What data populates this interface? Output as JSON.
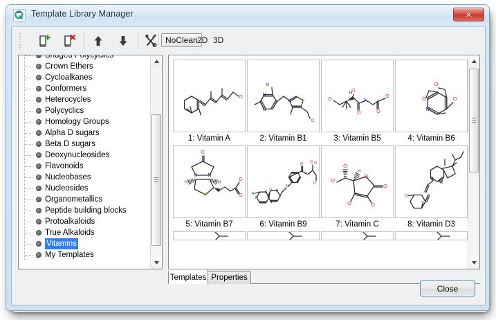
{
  "window": {
    "title": "Template Library Manager",
    "icon": "app-q-icon",
    "close_glyph": "✕"
  },
  "toolbar": {
    "buttons": [
      {
        "name": "add-template-button",
        "icon": "page-add-icon",
        "tooltip": "Add template"
      },
      {
        "name": "delete-template-button",
        "icon": "page-delete-icon",
        "tooltip": "Delete template"
      },
      {
        "name": "move-up-button",
        "icon": "arrow-up-icon",
        "tooltip": "Move up"
      },
      {
        "name": "move-down-button",
        "icon": "arrow-down-icon",
        "tooltip": "Move down"
      },
      {
        "name": "tools-button",
        "icon": "wrench-screwdriver-icon",
        "tooltip": "Tools"
      }
    ],
    "noclean_label": "NoClean",
    "mode_2d_label": "2D",
    "mode_3d_label": "3D",
    "noclean_selected": true
  },
  "tree": {
    "items": [
      {
        "label": "Bridged Polycyclics",
        "selected": false,
        "clipped": true,
        "bullet": "dot"
      },
      {
        "label": "Crown Ethers",
        "selected": false,
        "clipped": false,
        "bullet": "dot"
      },
      {
        "label": "Cycloalkanes",
        "selected": false,
        "clipped": false,
        "bullet": "dot"
      },
      {
        "label": "Conformers",
        "selected": false,
        "clipped": false,
        "bullet": "dot"
      },
      {
        "label": "Heterocycles",
        "selected": false,
        "clipped": false,
        "bullet": "dot"
      },
      {
        "label": "Polycyclics",
        "selected": false,
        "clipped": false,
        "bullet": "dot"
      },
      {
        "label": "Homology Groups",
        "selected": false,
        "clipped": false,
        "bullet": "dot"
      },
      {
        "label": "Alpha D sugars",
        "selected": false,
        "clipped": false,
        "bullet": "dot"
      },
      {
        "label": "Beta D sugars",
        "selected": false,
        "clipped": false,
        "bullet": "dot"
      },
      {
        "label": "Deoxynucleosides",
        "selected": false,
        "clipped": false,
        "bullet": "dot"
      },
      {
        "label": "Flavonoids",
        "selected": false,
        "clipped": false,
        "bullet": "dot"
      },
      {
        "label": "Nucleobases",
        "selected": false,
        "clipped": false,
        "bullet": "dot"
      },
      {
        "label": "Nucleosides",
        "selected": false,
        "clipped": false,
        "bullet": "dot"
      },
      {
        "label": "Organometallics",
        "selected": false,
        "clipped": false,
        "bullet": "dot"
      },
      {
        "label": "Peptide building blocks",
        "selected": false,
        "clipped": false,
        "bullet": "dot"
      },
      {
        "label": "Protoalkaloids",
        "selected": false,
        "clipped": false,
        "bullet": "dot"
      },
      {
        "label": "True Alkaloids",
        "selected": false,
        "clipped": false,
        "bullet": "dot"
      },
      {
        "label": "Vitamins",
        "selected": true,
        "clipped": false,
        "bullet": "dot"
      },
      {
        "label": "My Templates",
        "selected": false,
        "clipped": false,
        "bullet": "pin"
      }
    ],
    "selected_label": "Vitamins",
    "scrollbar": {
      "up_glyph": "▲",
      "down_glyph": "▼",
      "thumb_top_pct": 28,
      "thumb_height_pct": 62
    }
  },
  "grid": {
    "cells": [
      {
        "label": "1: Vitamin A",
        "structure": "vitamin-a"
      },
      {
        "label": "2: Vitamin B1",
        "structure": "vitamin-b1"
      },
      {
        "label": "3: Vitamin B5",
        "structure": "vitamin-b5"
      },
      {
        "label": "4: Vitamin B6",
        "structure": "vitamin-b6"
      },
      {
        "label": "5: Vitamin B7",
        "structure": "vitamin-b7"
      },
      {
        "label": "6: Vitamin B9",
        "structure": "vitamin-b9"
      },
      {
        "label": "7: Vitamin C",
        "structure": "vitamin-c"
      },
      {
        "label": "8: Vitamin D3",
        "structure": "vitamin-d3"
      }
    ],
    "partial_row_cells": 4,
    "scrollbar": {
      "up_glyph": "▲",
      "down_glyph": "▼",
      "thumb_top_pct": 6,
      "thumb_height_pct": 48
    }
  },
  "tabs": [
    {
      "label": "Templates",
      "active": true
    },
    {
      "label": "Properties",
      "active": false
    }
  ],
  "footer": {
    "close_label": "Close"
  },
  "colors": {
    "accent": "#2f7ef5",
    "oxygen": "#e03030",
    "nitrogen": "#2030c8",
    "sulfur": "#c8a000",
    "bond": "#303030",
    "titlebar": "#dcebf8",
    "window_border": "#7ba7c9"
  }
}
